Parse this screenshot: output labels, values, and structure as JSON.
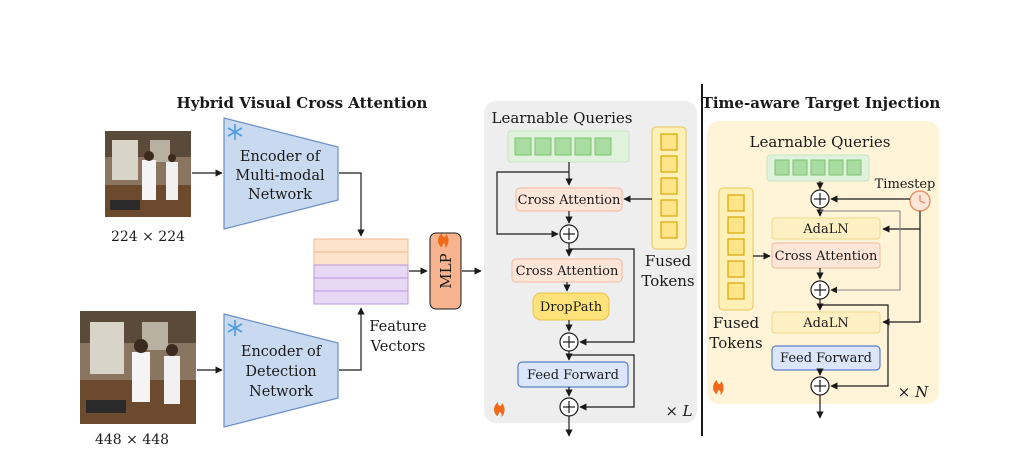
{
  "left_panel": {
    "title": "Hybrid Visual Cross Attention",
    "image_top_size": "224 × 224",
    "image_bottom_size": "448 × 448",
    "encoder_top": [
      "Encoder of",
      "Multi-modal",
      "Network"
    ],
    "encoder_bottom": [
      "Encoder of",
      "Detection",
      "Network"
    ],
    "feature_vectors": [
      "Feature",
      "Vectors"
    ],
    "mlp": "MLP"
  },
  "middle_panel": {
    "queries_label": "Learnable Queries",
    "cross_attention_1": "Cross Attention",
    "cross_attention_2": "Cross Attention",
    "droppath": "DropPath",
    "feed_forward": "Feed Forward",
    "fused_tokens": [
      "Fused",
      "Tokens"
    ],
    "repeat": "× L"
  },
  "right_panel": {
    "title": "Time-aware Target Injection",
    "queries_label": "Learnable Queries",
    "timestep": "Timestep",
    "adaln_1": "AdaLN",
    "cross_attention": "Cross Attention",
    "adaln_2": "AdaLN",
    "feed_forward": "Feed Forward",
    "fused_tokens": [
      "Fused",
      "Tokens"
    ],
    "repeat": "× N"
  },
  "icons": {
    "frozen": "snowflake-icon",
    "trainable": "flame-icon",
    "timestep": "clock-icon"
  },
  "colors": {
    "encoder_fill": "#c9daf0",
    "query_block": "#a8dca0",
    "query_panel": "#e0f2dc",
    "attention_fill": "#fde6d8",
    "attention_stroke": "#f2b89a",
    "droppath_fill": "#ffe27a",
    "feedforward_fill": "#dbe6fb",
    "feedforward_stroke": "#5b7ec9",
    "fused_fill": "#ffe58a",
    "fused_stroke": "#d8a800",
    "mlp_fill": "#f7b38d",
    "feature_orange": "#fde2cc",
    "feature_purple": "#e7d8f5",
    "middle_panel": "#eeeeee",
    "right_panel": "#fff4d8",
    "adaln_fill": "#fff0c4"
  }
}
